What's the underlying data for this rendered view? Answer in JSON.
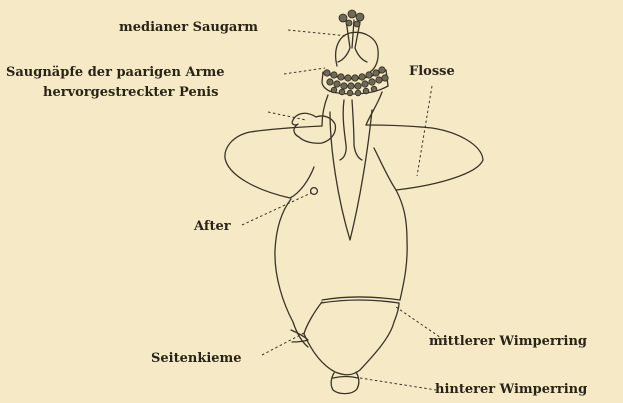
{
  "labels": {
    "median_arm": "medianer Saugarm",
    "suckers": "Saugnäpfe der paarigen Arme",
    "penis": "hervorgestreckter Penis",
    "fin": "Flosse",
    "anus": "After",
    "side_gill": "Seitenkieme",
    "middle_ring": "mittlerer Wimperring",
    "rear_ring": "hinterer Wimperring"
  }
}
